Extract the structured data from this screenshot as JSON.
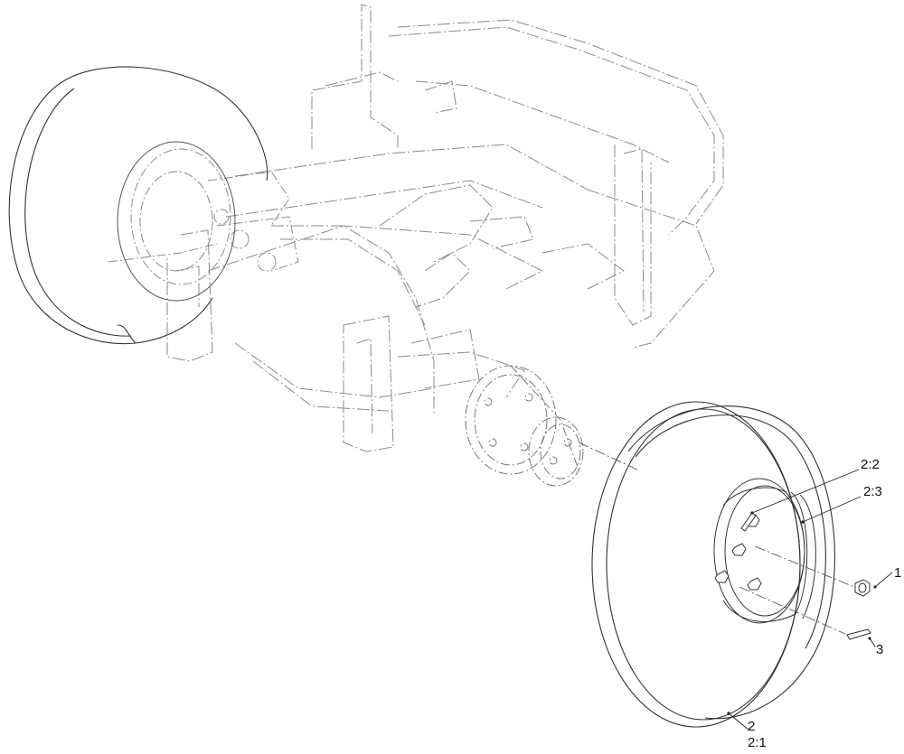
{
  "callouts": {
    "c2_2": "2:2",
    "c2_3": "2:3",
    "c1": "1",
    "c3": "3",
    "c2": "2",
    "c2_1": "2:1"
  },
  "colors": {
    "line": "#333333",
    "phantom": "#8a8a8a",
    "background": "#ffffff"
  }
}
